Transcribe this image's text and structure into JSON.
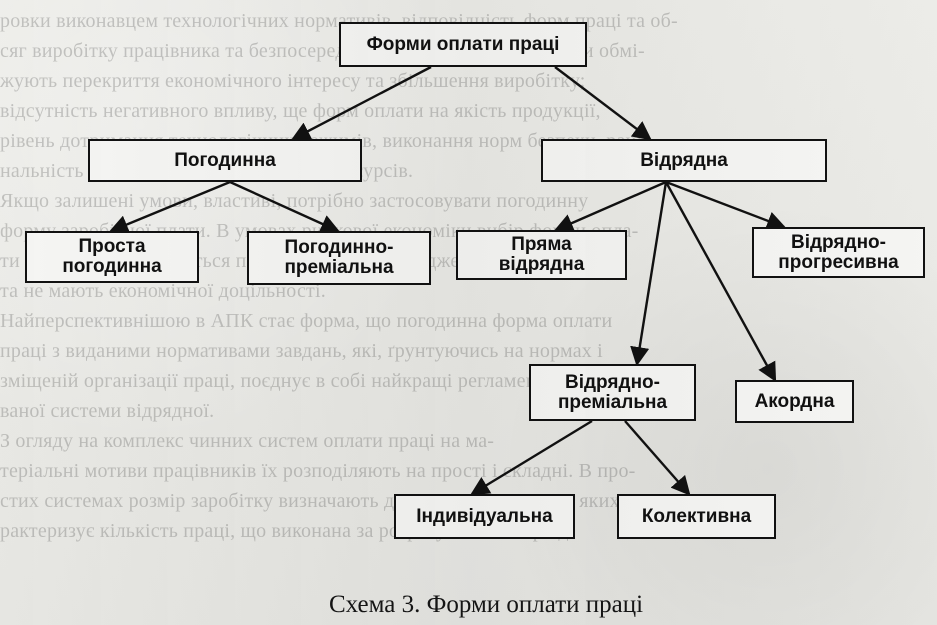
{
  "background": {
    "lines": [
      "ровки виконавцем технологічних нормативів, відповідність форм праці та об-",
      "сяг виробітку працівника та безпосередньо нормування робіт і поки обмі-",
      "жують перекриття економічного інтересу та збільшення виробітку;",
      "відсутність негативного впливу, ще форм оплати на якість продукції,",
      "рівень дотримання технологічних режимів, виконання норм безпеки, раціо-",
      "нальність використання матеріальних ресурсів.",
      "Якщо залишені умови, властиві, потрібно застосовувати погодинну",
      "форму заробітної плати. В умовах ринкової економіки вибір форми опла-",
      "ти праці використовується при оплаті праці менеджерів і службовців",
      "та не мають економічної доцільності.",
      "Найперспективнішою в АПК стає форма, що погодинна форма оплати",
      "праці з виданими нормативами завдань, які, ґрунтуючись на нормах і",
      "зміщеній організації праці, поєднує в собі найкращі регламенто-",
      "ваної системи відрядної.",
      "З огляду на комплекс чинних систем оплати праці на ма-",
      "теріальні мотиви працівників їх розподіляють на прості і складні. В про-",
      "стих системах розмір заробітку визначають два показники, один з яких ха-",
      "рактеризує кількість праці, що виконана за розрахунковий період."
    ]
  },
  "diagram": {
    "nodes": {
      "root": "Форми оплати праці",
      "hourly": "Погодинна",
      "piece": "Відрядна",
      "simple_hourly_line1": "Проста",
      "simple_hourly_line2": "погодинна",
      "hourly_bonus_line1": "Погодинно-",
      "hourly_bonus_line2": "преміальна",
      "direct_piece_line1": "Пряма",
      "direct_piece_line2": "відрядна",
      "piece_progressive_line1": "Відрядно-",
      "piece_progressive_line2": "прогресивна",
      "piece_bonus_line1": "Відрядно-",
      "piece_bonus_line2": "преміальна",
      "accord": "Акордна",
      "individual": "Індивідуальна",
      "collective": "Колективна"
    },
    "caption": "Схема 3. Форми оплати праці"
  },
  "colors": {
    "page_background": "#e9e9e6",
    "box_fill": "#f5f5f3",
    "line": "#111111",
    "text": "#111111",
    "watermark_text": "rgba(30,30,30,0.22)"
  }
}
